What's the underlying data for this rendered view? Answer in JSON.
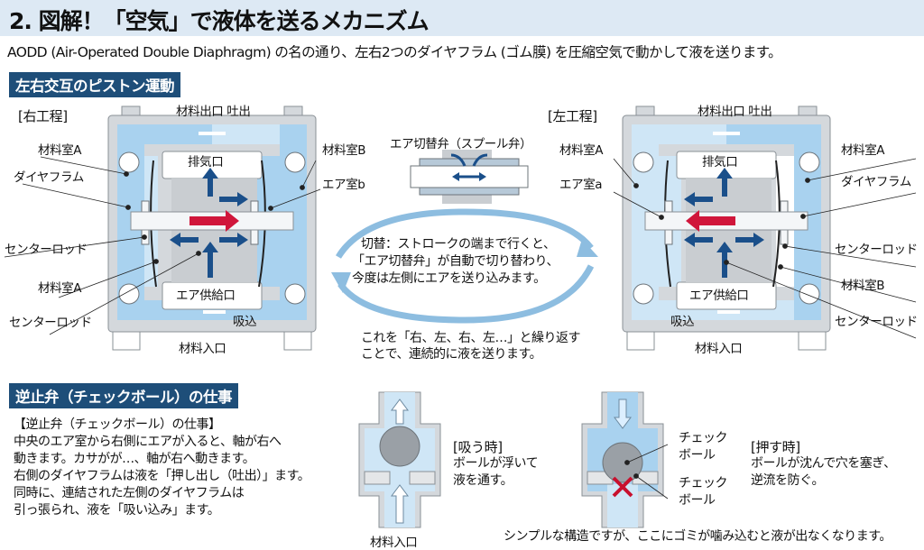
{
  "header": {
    "title": "2. 図解！「空気」で液体を送るメカニズム",
    "subtitle": "AODD (Air-Operated Double Diaphragm) の名の通り、左右2つのダイヤフラム (ゴム膜) を圧縮空気で動かして液を送ります。"
  },
  "section1": {
    "tag": "左右交互のピストン運動",
    "right_stroke": {
      "title": "[右工程]",
      "outlet": "材料出口 吐出",
      "exhaust": "排気口",
      "air_supply": "エア供給口",
      "suction": "吸込",
      "inlet": "材料入口",
      "left_labels": [
        "材料室A",
        "ダイヤフラム",
        "センターロッド",
        "材料室A",
        "センターロッド"
      ],
      "right_labels": [
        "材料室B",
        "エア室b"
      ]
    },
    "spool_valve": {
      "title": "エア切替弁（スプール弁）"
    },
    "cycle_text": [
      "切替：ストロークの端まで行くと、",
      "「エア切替弁」が自動で切り替わり、",
      "今度は左側にエアを送り込みます。"
    ],
    "repeat_text": [
      "これを「右、左、右、左…」と繰り返す",
      "ことで、連続的に液を送ります。"
    ],
    "left_stroke": {
      "title": "[左工程]",
      "outlet": "材料出口 吐出",
      "exhaust": "排気口",
      "air_supply": "エア供給口",
      "suction": "吸込",
      "inlet": "材料入口",
      "left_labels": [
        "材料室A",
        "エア室a"
      ],
      "right_labels": [
        "材料室A",
        "ダイヤフラム",
        "センターロッド",
        "材料室B",
        "センターロッド"
      ]
    }
  },
  "section2": {
    "tag": "逆止弁（チェックボール）の仕事",
    "body": [
      "【逆止弁（チェックボール）の仕事】",
      "中央のエア室から右側にエアが入ると、軸が右へ",
      "動きます。カサがが…、軸が右へ動きます。",
      "右側のダイヤフラムは液を「押し出し（吐出）」ます。",
      "同時に、連結された左側のダイヤフラムは",
      "引っ張られ、液を「吸い込み」ます。"
    ],
    "suck": {
      "title": "[吸う時]",
      "desc": [
        "ボールが浮いて",
        "液を通す。"
      ],
      "inlet": "材料入口"
    },
    "push": {
      "title": "[押す時]",
      "desc": [
        "ボールが沈んで穴を塞ぎ、",
        "逆流を防ぐ。"
      ],
      "ball_label_1": [
        "チェック",
        "ボール"
      ],
      "ball_label_2": [
        "チェック",
        "ボール"
      ]
    },
    "footer": "シンプルな構造ですが、ここにゴミが噛み込むと液が出なくなります。"
  },
  "colors": {
    "title_bg": "#dde9f4",
    "tag_bg": "#1e4e79",
    "liquid": "#a9d2ef",
    "liquid_light": "#cfe6f6",
    "body_gray": "#d4d8dc",
    "air_arrow": "#1a4f8a",
    "rod_arrow": "#d0163b"
  }
}
